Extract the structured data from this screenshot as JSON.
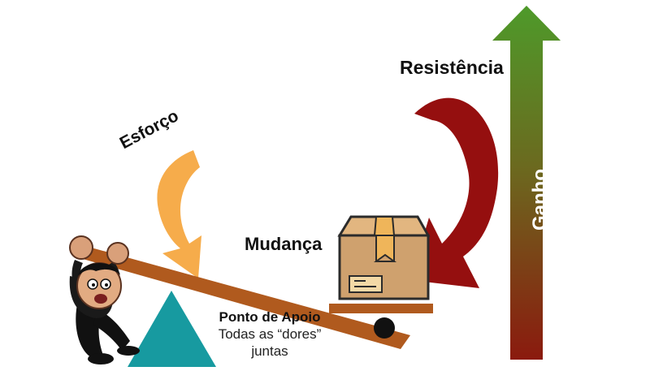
{
  "labels": {
    "resistencia": "Resistência",
    "esforco": "Esforço",
    "mudanca": "Mudança",
    "ganho": "Ganho",
    "ponto_de_apoio": "Ponto de Apoio",
    "dores_line1": "Todas as “dores”",
    "dores_line2": "juntas"
  },
  "colors": {
    "gain_top": "#4e9a2a",
    "gain_bottom": "#8b1a0e",
    "resistance_arrow": "#950f0f",
    "effort_arrow": "#f6ac4b",
    "lever": "#b05a1e",
    "fulcrum": "#179aa0",
    "box": "#cfa16e",
    "tape": "#efb55a"
  },
  "icons": {
    "figure": "stressed-person-icon",
    "box": "cardboard-box-icon"
  }
}
